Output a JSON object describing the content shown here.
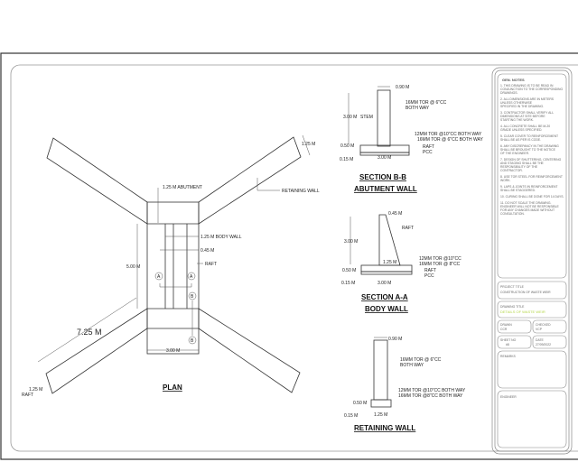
{
  "plan": {
    "title": "PLAN",
    "labels": {
      "abutment": "1.25 M  ABUTMENT",
      "retaining_wall": "RETAINING WALL",
      "wing_width": "1.25 M",
      "body_wall": "1.25 M BODY WALL",
      "thickness": "0.45 M",
      "raft": "RAFT",
      "length": "5.00 M",
      "width": "3.00 M",
      "wing_length": "7.25 M",
      "wing_width_bottom": "1.25 M",
      "raft_bottom": "RAFT",
      "sec_a": "A",
      "sec_b": "B"
    }
  },
  "section_bb": {
    "title1": "SECTION  B-B",
    "title2": "ABUTMENT  WALL",
    "top_width": "0.90 M",
    "stem_rebar_1": "16MM TOR @ 6\"CC",
    "stem_rebar_2": "BOTH WAY",
    "height": "3.00 M",
    "stem": "STEM",
    "raft_rebar_1": "12MM TOR @10\"CC BOTH WAY",
    "raft_rebar_2": "16MM TOR @ 6\"CC BOTH WAY",
    "raft_thk": "0.50 M",
    "raft": "RAFT",
    "pcc": "PCC",
    "pcc_thk": "0.15 M",
    "base_width": "3.00 M"
  },
  "section_aa": {
    "title1": "SECTION  A-A",
    "title2": "BODY WALL",
    "top_width": "0.45 M",
    "raft_label_top": "RAFT",
    "height": "3.00 M",
    "toe": "1.25 M",
    "raft_rebar_1": "12MM TOR @10\"CC",
    "raft_rebar_2": "16MM TOR @ 8\"CC",
    "raft_thk": "0.50 M",
    "raft": "RAFT",
    "pcc": "PCC",
    "pcc_thk": "0.15 M",
    "base_width": "3.00 M"
  },
  "retaining": {
    "title": "RETAINING  WALL",
    "top_width": "0.90 M",
    "stem_rebar_1": "16MM TOR @ 6\"CC",
    "stem_rebar_2": "BOTH WAY",
    "raft_rebar_1": "12MM TOR @10\"CC BOTH WAY",
    "raft_rebar_2": "16MM TOR @8\"CC BOTH WAY",
    "raft_thk": "0.50 M",
    "pcc_thk": "0.15 M",
    "base_width": "1.25 M"
  },
  "title_block": {
    "notes_heading": "GEN. NOTES",
    "notes": [
      "1. THIS DRAWING IS TO BE READ IN",
      "CONJUNCTION TO THE CORRESPONDING",
      "DRAWINGS.",
      "2. ALL DIMENSIONS ARE IN METERS",
      "UNLESS OTHERWISE",
      "SPECIFIED IN THE DRAWING.",
      "3. CONTRACTOR SHALL VERIFY ALL",
      "DIMENSIONS AT SITE BEFORE",
      "STARTING THE WORK.",
      "4. ALL CONCRETE SHALL BE M-20",
      "GRADE UNLESS SPECIFIED.",
      "5. CLEAR COVER TO REINFORCEMENT",
      "SHALL BE AS PER IS CODE.",
      "6. ANY DISCREPANCY IN THE DRAWING",
      "SHALL BE BROUGHT TO THE NOTICE",
      "OF THE ENGINEER.",
      "7. DESIGN OF SHUTTERING, CENTERING",
      "AND STAGING SHALL BE THE",
      "RESPONSIBILITY OF THE",
      "CONTRACTOR.",
      "8. USE TOR STEEL FOR REINFORCEMENT",
      "WORK.",
      "9. LAPS & JOINTS IN REINFORCEMENT",
      "SHALL BE STAGGERED.",
      "10. CURING SHALL BE DONE FOR 14 DAYS.",
      "11. DO NOT SCALE THE DRAWING.",
      "ENGINEER WILL NOT BE RESPONSIBLE",
      "FOR ANY CHANGES MADE WITHOUT",
      "CONSULTATION."
    ],
    "project_title_label": "PROJECT TITLE",
    "project_title_value": "CONSTRUCTION OF WASTE WEIR",
    "drawing_title_label": "DRAWING TITLE",
    "drawing_title_value": "DETAILS OF WASTE WEIR",
    "drawn_label": "DRAWN",
    "drawn_value": "CCR",
    "checked_label": "CHECKED",
    "checked_value": "VCP",
    "sheet_label": "SHEET NO",
    "sheet_value": "#8",
    "date_label": "DATE",
    "date_value": "27/09/2022",
    "remarks_label": "REMARKS",
    "engineer_label": "ENGINEER"
  },
  "colors": {
    "drawing_title": "#b5d64a",
    "line": "#333333"
  }
}
